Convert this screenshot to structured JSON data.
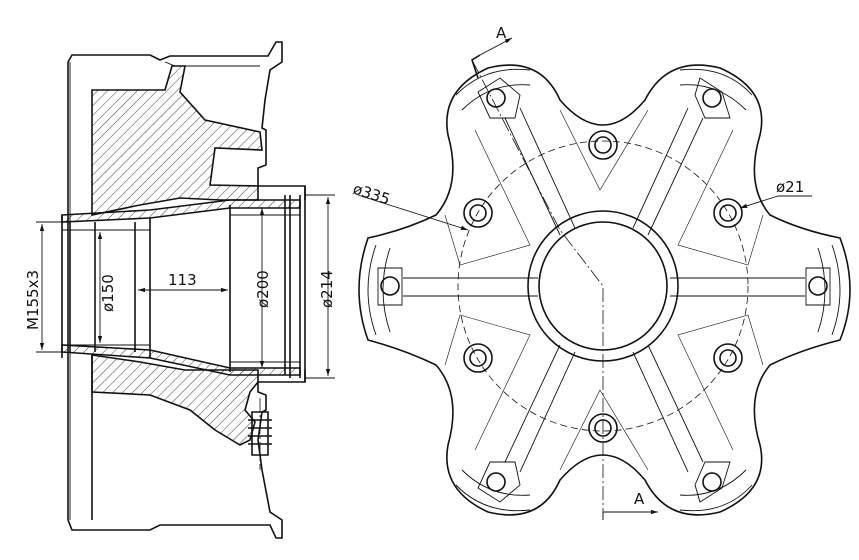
{
  "figure": {
    "side_view_dimensions": {
      "thread": "M155x3",
      "bore_150": "ø150",
      "length_113": "113",
      "bore_200": "ø200",
      "bore_214": "ø214"
    },
    "front_view_dimensions": {
      "pitch_circle": "ø335",
      "hole_diameter": "ø21"
    },
    "section_marks": {
      "top": "A",
      "bottom": "A"
    }
  },
  "colors": {
    "line": "#111111",
    "background": "#ffffff"
  }
}
